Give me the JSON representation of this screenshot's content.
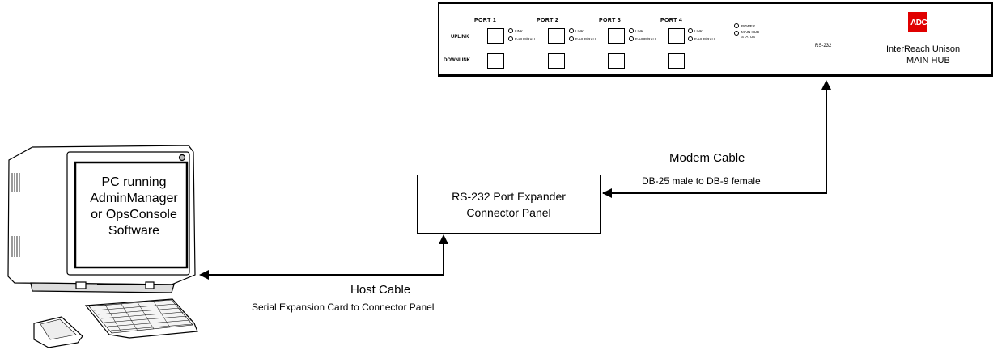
{
  "hub": {
    "ports": [
      "PORT 1",
      "PORT 2",
      "PORT 3",
      "PORT 4"
    ],
    "uplink_label": "UPLINK",
    "downlink_label": "DOWNLINK",
    "led_link": "LINK",
    "led_ehub": "E-HUB/RAU",
    "power_label": "POWER",
    "main_hub_status": [
      "MAIN HUB",
      "STATUS"
    ],
    "rs232_label": "RS-232",
    "logo_text": "ADC",
    "brand_line1": "InterReach Unison",
    "brand_line2": "MAIN HUB"
  },
  "pc": {
    "screen_lines": [
      "PC running",
      "AdminManager",
      "or OpsConsole",
      "Software"
    ]
  },
  "expander": {
    "line1": "RS-232 Port Expander",
    "line2": "Connector Panel"
  },
  "modem_cable": {
    "title": "Modem Cable",
    "subtitle": "DB-25 male to DB-9 female"
  },
  "host_cable": {
    "title": "Host Cable",
    "subtitle": "Serial Expansion Card to Connector Panel"
  },
  "colors": {
    "logo_red": "#e00000",
    "line": "#000000",
    "background": "#ffffff"
  }
}
